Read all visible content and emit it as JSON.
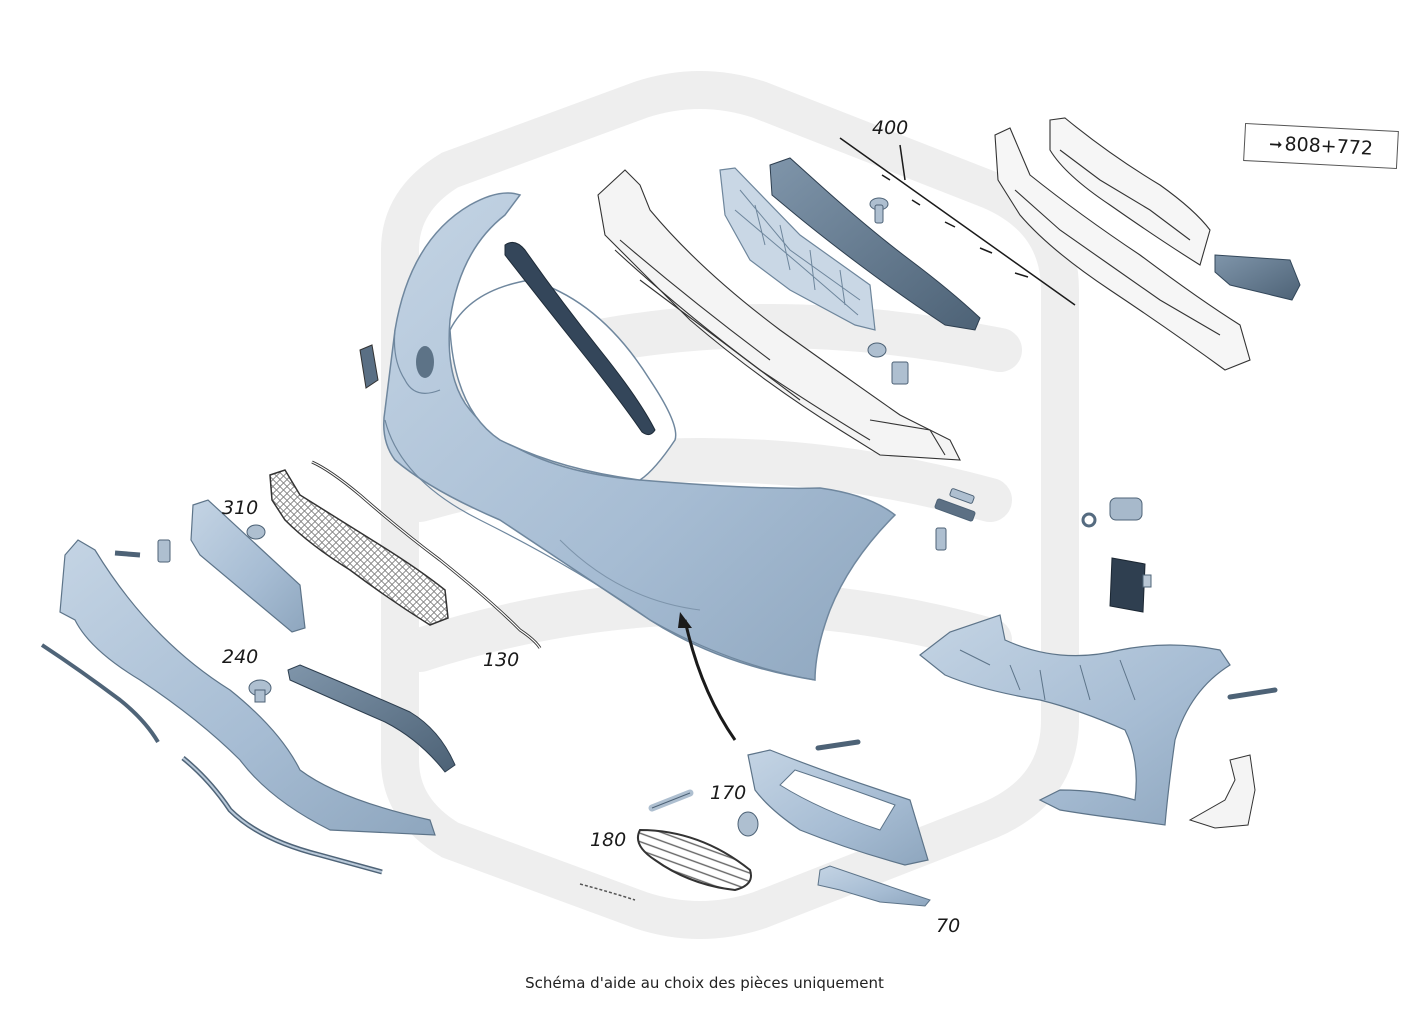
{
  "diagram": {
    "callouts": {
      "c400": "400",
      "c310": "310",
      "c130": "130",
      "c240": "240",
      "c170": "170",
      "c180": "180",
      "c70": "70"
    },
    "reference": {
      "arrow": "➞",
      "text": "808+772"
    },
    "caption": "Schéma d'aide au choix des pièces uniquement"
  },
  "colors": {
    "part_fill": "#a9bfd6",
    "part_stroke": "#5f7890",
    "dark_part": "#6a8196",
    "watermark": "#eeeeee",
    "line": "#1a1a1a"
  }
}
